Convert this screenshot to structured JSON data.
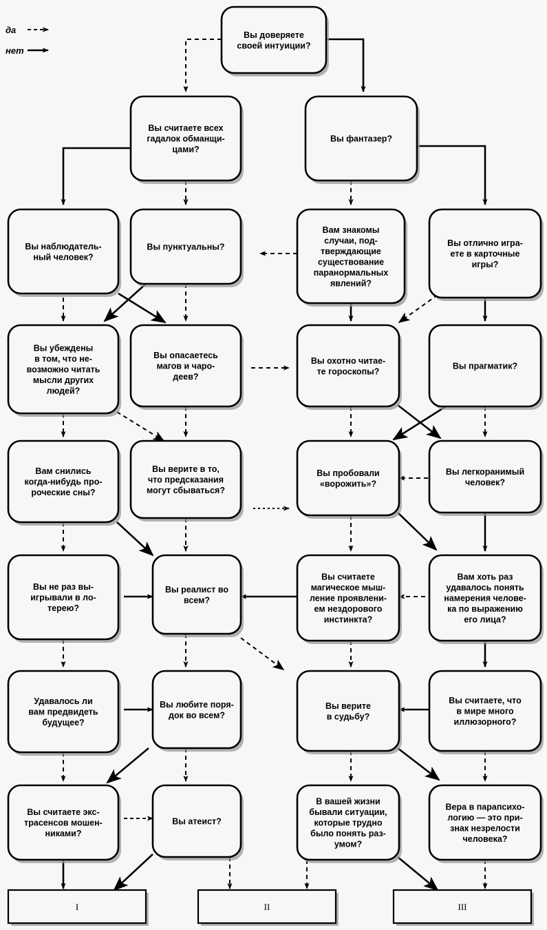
{
  "legend": {
    "yes_label": "да",
    "yes_style": "dashed-arrow",
    "no_label": "нет",
    "no_style": "solid-arrow"
  },
  "colors": {
    "background": "#f7f7f5",
    "box_fill": "#f7f7f5",
    "stroke": "#000000",
    "shadow": "#9a9a9a"
  },
  "nodes": [
    {
      "id": "n0",
      "text": "Вы доверяете\nсвоей интуиции?"
    },
    {
      "id": "n1",
      "text": "Вы считаете всех\nгадалок обманщи-\nцами?"
    },
    {
      "id": "n2",
      "text": "Вы фантазер?"
    },
    {
      "id": "n3",
      "text": "Вы наблюдатель-\nный человек?"
    },
    {
      "id": "n4",
      "text": "Вы пунктуальны?"
    },
    {
      "id": "n5",
      "text": "Вам знакомы\nслучаи, под-\nтверждающие\nсуществование\nпаранормальных\nявлений?"
    },
    {
      "id": "n6",
      "text": "Вы отлично игра-\nете в карточные\nигры?"
    },
    {
      "id": "n7",
      "text": "Вы убеждены\nв том, что не-\nвозможно читать\nмысли других\nлюдей?"
    },
    {
      "id": "n8",
      "text": "Вы опасаетесь\nмагов и чаро-\nдеев?"
    },
    {
      "id": "n9",
      "text": "Вы охотно читае-\nте гороскопы?"
    },
    {
      "id": "n10",
      "text": "Вы прагматик?"
    },
    {
      "id": "n11",
      "text": "Вам снились\nкогда-нибудь про-\nроческие сны?"
    },
    {
      "id": "n12",
      "text": "Вы верите в то,\nчто предсказания\nмогут сбываться?"
    },
    {
      "id": "n13",
      "text": "Вы пробовали\n«ворожить»?"
    },
    {
      "id": "n14",
      "text": "Вы легкоранимый\nчеловек?"
    },
    {
      "id": "n15",
      "text": "Вы не раз вы-\nигрывали в ло-\nтерею?"
    },
    {
      "id": "n16",
      "text": "Вы реалист во\nвсем?"
    },
    {
      "id": "n17",
      "text": "Вы считаете\nмагическое мыш-\nление проявлени-\nем нездорового\nинстинкта?"
    },
    {
      "id": "n18",
      "text": "Вам хоть раз\nудавалось понять\nнамерения челове-\nка по выражению\nего лица?"
    },
    {
      "id": "n19",
      "text": "Удавалось ли\nвам предвидеть\nбудущее?"
    },
    {
      "id": "n20",
      "text": "Вы любите поря-\nдок во всем?"
    },
    {
      "id": "n21",
      "text": "Вы верите\nв судьбу?"
    },
    {
      "id": "n22",
      "text": "Вы считаете, что\nв мире много\nиллюзорного?"
    },
    {
      "id": "n23",
      "text": "Вы считаете экс-\nтрасенсов мошен-\nниками?"
    },
    {
      "id": "n24",
      "text": "Вы атеист?"
    },
    {
      "id": "n25",
      "text": "В вашей жизни\nбывали ситуации,\nкоторые трудно\nбыло понять раз-\nумом?"
    },
    {
      "id": "n26",
      "text": "Вера в парапсихо-\nлогию — это при-\nзнак незрелости\nчеловека?"
    }
  ],
  "results": [
    {
      "id": "r1",
      "label": "I"
    },
    {
      "id": "r2",
      "label": "II"
    },
    {
      "id": "r3",
      "label": "III"
    }
  ]
}
